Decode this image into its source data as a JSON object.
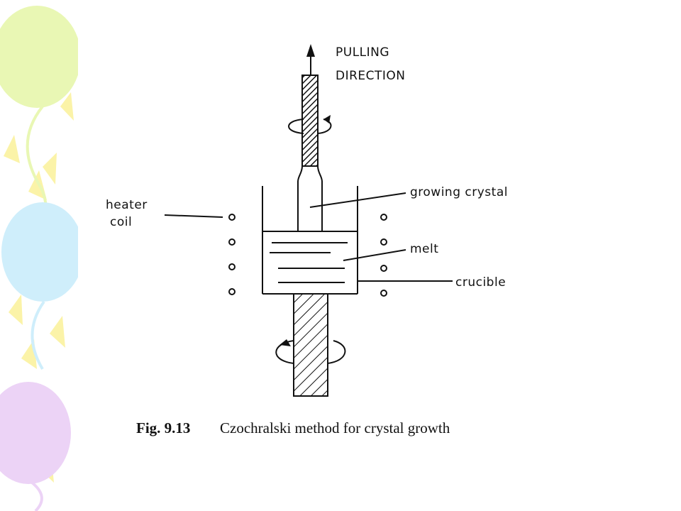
{
  "diagram": {
    "labels": {
      "pulling_line1": "PULLING",
      "pulling_line2": "DIRECTION",
      "heater_line1": "heater",
      "heater_line2": "coil",
      "growing_crystal": "growing crystal",
      "melt": "melt",
      "crucible": "crucible"
    },
    "caption": {
      "number": "Fig. 9.13",
      "text": "Czochralski method for crystal growth"
    }
  },
  "colors": {
    "background": "#ffffff",
    "ink": "#111111",
    "balloon_green": "#e9f7b4",
    "balloon_blue": "#cfeefb",
    "balloon_purple": "#ecd3f6",
    "streamer_yellow": "#fbf3a8"
  }
}
